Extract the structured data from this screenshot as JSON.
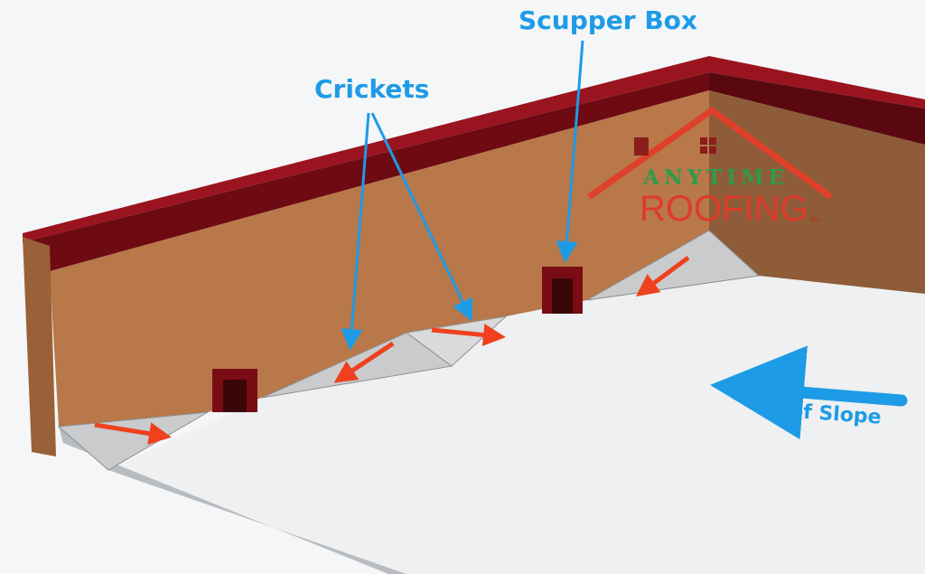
{
  "labels": {
    "scupper_box": "Scupper Box",
    "crickets": "Crickets",
    "roof_slope": "Roof Slope"
  },
  "logo": {
    "line1": "ANYTIME",
    "line2": "ROOFING",
    "suffix": "inc."
  },
  "colors": {
    "label_blue": "#1e9be6",
    "flow_arrow": "#f0401e",
    "coping": "#7a0c14",
    "wall": "#b8784a"
  }
}
